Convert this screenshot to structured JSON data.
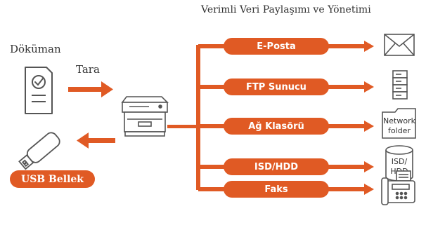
{
  "title": "Verimli Veri Paylaşımı ve Yönetimi",
  "source": {
    "document_label": "Döküman",
    "scan_label": "Tara"
  },
  "usb_label": "USB Bellek",
  "destinations": [
    {
      "label": "E-Posta",
      "icon": "envelope-icon"
    },
    {
      "label": "FTP Sunucu",
      "icon": "server-icon"
    },
    {
      "label": "Ağ Klasörü",
      "icon": "network-folder-icon",
      "icon_text_line1": "Network",
      "icon_text_line2": "folder"
    },
    {
      "label": "ISD/HDD",
      "icon": "disk-icon",
      "icon_text_line1": "ISD/",
      "icon_text_line2": "HDD"
    },
    {
      "label": "Faks",
      "icon": "fax-icon"
    }
  ],
  "colors": {
    "accent": "#e05a24",
    "icon_stroke": "#555555",
    "text": "#333333"
  }
}
